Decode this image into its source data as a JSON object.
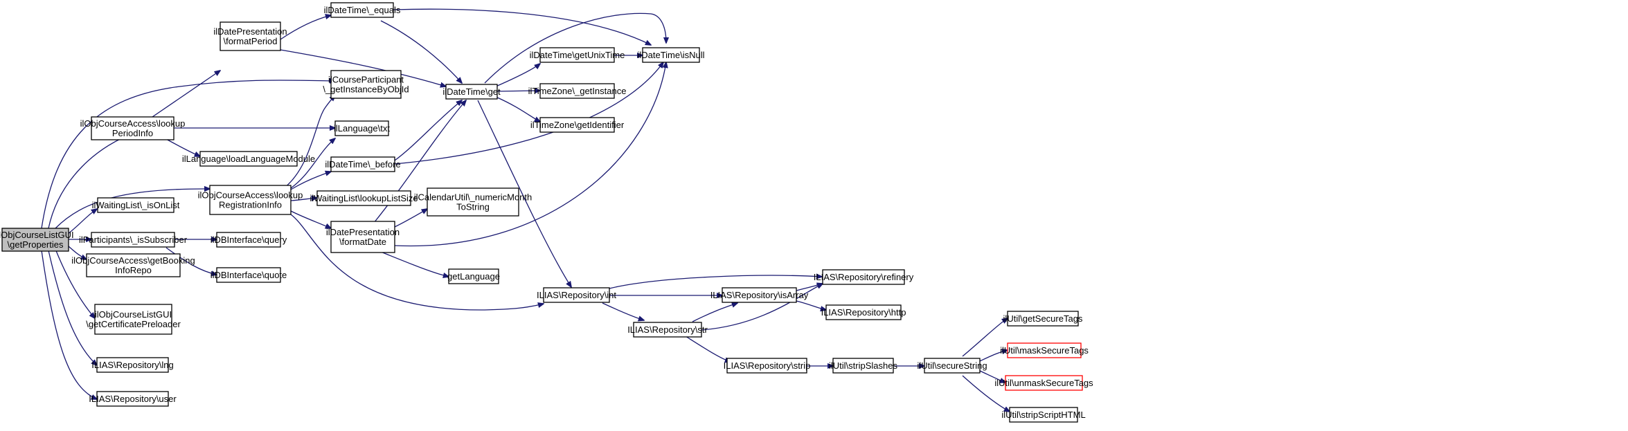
{
  "colors": {
    "edge": "#191970",
    "root_fill": "#bfbfbf",
    "border": "#000000",
    "truncated_border": "#ff0000"
  },
  "nodes": [
    {
      "id": "root",
      "lines": [
        "ilObjCourseListGUI",
        "\\getProperties"
      ]
    },
    {
      "id": "lookupPeriod",
      "lines": [
        "ilObjCourseAccess\\lookup",
        "PeriodInfo"
      ]
    },
    {
      "id": "lookupReg",
      "lines": [
        "ilObjCourseAccess\\lookup",
        "RegistrationInfo"
      ]
    },
    {
      "id": "wlIsOnList",
      "lines": [
        "ilWaitingList\\_isOnList"
      ]
    },
    {
      "id": "partIsSub",
      "lines": [
        "ilParticipants\\_isSubscriber"
      ]
    },
    {
      "id": "getBooking",
      "lines": [
        "ilObjCourseAccess\\getBooking",
        "InfoRepo"
      ]
    },
    {
      "id": "getCert",
      "lines": [
        "ilObjCourseListGUI",
        "\\getCertificatePreloader"
      ]
    },
    {
      "id": "repoLng",
      "lines": [
        "ILIAS\\Repository\\lng"
      ]
    },
    {
      "id": "repoUser",
      "lines": [
        "ILIAS\\Repository\\user"
      ]
    },
    {
      "id": "formatPeriod",
      "lines": [
        "ilDatePresentation",
        "\\formatPeriod"
      ]
    },
    {
      "id": "loadLang",
      "lines": [
        "ilLanguage\\loadLanguageModule"
      ]
    },
    {
      "id": "dbQuery",
      "lines": [
        "ilDBInterface\\query"
      ]
    },
    {
      "id": "dbQuote",
      "lines": [
        "ilDBInterface\\quote"
      ]
    },
    {
      "id": "dtEquals",
      "lines": [
        "ilDateTime\\_equals"
      ]
    },
    {
      "id": "cpGetInst",
      "lines": [
        "ilCourseParticipant",
        "\\_getInstanceByObjId"
      ]
    },
    {
      "id": "langTxt",
      "lines": [
        "ilLanguage\\txt"
      ]
    },
    {
      "id": "dtBefore",
      "lines": [
        "ilDateTime\\_before"
      ]
    },
    {
      "id": "wlLookupSize",
      "lines": [
        "ilWaitingList\\lookupListSize"
      ]
    },
    {
      "id": "formatDate",
      "lines": [
        "ilDatePresentation",
        "\\formatDate"
      ]
    },
    {
      "id": "dtGet",
      "lines": [
        "ilDateTime\\get"
      ]
    },
    {
      "id": "calNumMonth",
      "lines": [
        "ilCalendarUtil\\_numericMonth",
        "ToString"
      ]
    },
    {
      "id": "getLanguage",
      "lines": [
        "getLanguage"
      ]
    },
    {
      "id": "repoInt",
      "lines": [
        "ILIAS\\Repository\\int"
      ]
    },
    {
      "id": "repoStr",
      "lines": [
        "ILIAS\\Repository\\str"
      ]
    },
    {
      "id": "dtUnix",
      "lines": [
        "ilDateTime\\getUnixTime"
      ]
    },
    {
      "id": "tzGetInst",
      "lines": [
        "ilTimeZone\\_getInstance"
      ]
    },
    {
      "id": "tzGetId",
      "lines": [
        "ilTimeZone\\getIdentifier"
      ]
    },
    {
      "id": "dtIsNull",
      "lines": [
        "ilDateTime\\isNull"
      ]
    },
    {
      "id": "repoIsArray",
      "lines": [
        "ILIAS\\Repository\\isArray"
      ]
    },
    {
      "id": "repoStrip",
      "lines": [
        "ILIAS\\Repository\\strip"
      ]
    },
    {
      "id": "repoRefinery",
      "lines": [
        "ILIAS\\Repository\\refinery"
      ]
    },
    {
      "id": "repoHttp",
      "lines": [
        "ILIAS\\Repository\\http"
      ]
    },
    {
      "id": "utilStripSlashes",
      "lines": [
        "ilUtil\\stripSlashes"
      ]
    },
    {
      "id": "utilSecureString",
      "lines": [
        "ilUtil\\secureString"
      ]
    },
    {
      "id": "utilGetSecureTags",
      "lines": [
        "ilUtil\\getSecureTags"
      ]
    },
    {
      "id": "utilMaskSecureTags",
      "lines": [
        "ilUtil\\maskSecureTags"
      ]
    },
    {
      "id": "utilUnmaskSecureTags",
      "lines": [
        "ilUtil\\unmaskSecureTags"
      ]
    },
    {
      "id": "utilStripScriptHTML",
      "lines": [
        "ilUtil\\stripScriptHTML"
      ]
    }
  ]
}
